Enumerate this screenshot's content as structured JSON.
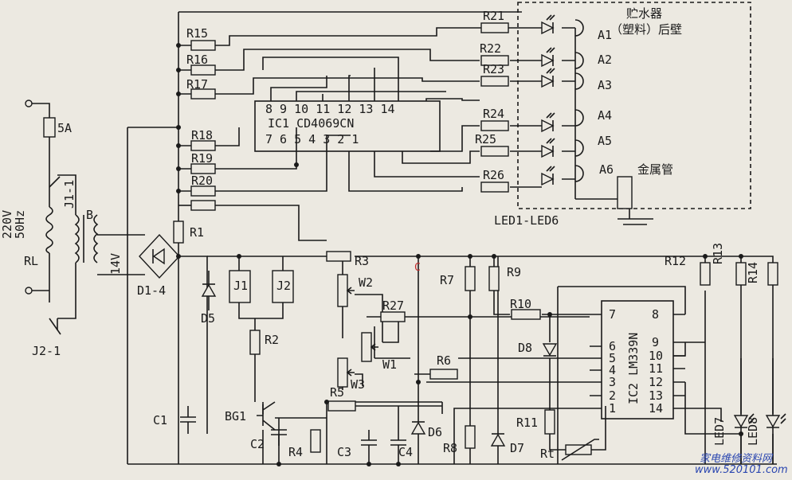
{
  "labels": {
    "r15": "R15",
    "r16": "R16",
    "r17": "R17",
    "r18": "R18",
    "r19": "R19",
    "r20": "R20",
    "r21": "R21",
    "r22": "R22",
    "r23": "R23",
    "r24": "R24",
    "r25": "R25",
    "r26": "R26",
    "r1": "R1",
    "r2": "R2",
    "r3": "R3",
    "r4": "R4",
    "r5": "R5",
    "r6": "R6",
    "r7": "R7",
    "r8": "R8",
    "r9": "R9",
    "r10": "R10",
    "r11": "R11",
    "r12": "R12",
    "r13": "R13",
    "r14": "R14",
    "r27": "R27",
    "rt": "Rt",
    "rl": "RL",
    "ic1_pins_top": "8  9 10 11 12 13 14",
    "ic1_name": "IC1  CD4069CN",
    "ic1_pins_bottom": "7  6  5  4  3  2  1",
    "ic2_name": "IC2 LM339N",
    "ic2_pins_left": [
      "7",
      "6",
      "5",
      "4",
      "3",
      "2",
      "1"
    ],
    "ic2_pins_right": [
      "8",
      "9",
      "10",
      "11",
      "12",
      "13",
      "14"
    ],
    "a_labels": [
      "A1",
      "A2",
      "A3",
      "A4",
      "A5",
      "A6"
    ],
    "tank_line1": "贮水器",
    "tank_line2": "（塑料）后壁",
    "metal_pipe": "金属管",
    "led_group": "LED1-LED6",
    "fuse": "5A",
    "mains_line1": "220V",
    "mains_line2": "50Hz",
    "j1_1": "J1-1",
    "j2_1": "J2-1",
    "transformer": "B",
    "sec_voltage": "14V",
    "bridge": "D1-4",
    "j1": "J1",
    "j2": "J2",
    "d5": "D5",
    "d6": "D6",
    "d7": "D7",
    "d8": "D8",
    "w1": "W1",
    "w2": "W2",
    "w3": "W3",
    "bg1": "BG1",
    "c1": "C1",
    "c2": "C2",
    "c3": "C3",
    "c4": "C4",
    "led7": "LED7",
    "led8": "LED8",
    "mark_c": "C",
    "watermark": "家电维修资料网",
    "watermark_url": "www.520101.com"
  }
}
